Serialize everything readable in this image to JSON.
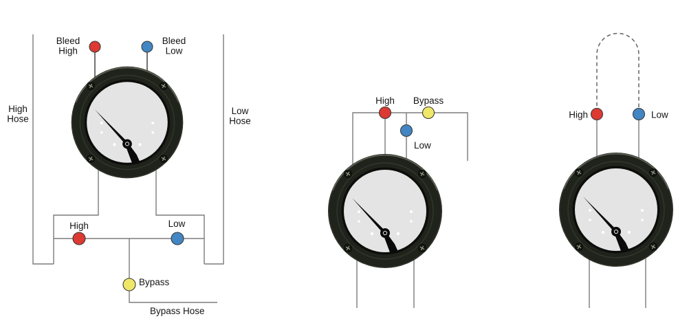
{
  "figure": {
    "kind": "differential-pressure-gauge hose hookup diagram",
    "panels": [
      "bleed-port-manifold-hookup",
      "three-port-top-hookup",
      "looped-high-low-hookup"
    ]
  },
  "colors": {
    "high_port": "#dc3a32",
    "low_port": "#4286c3",
    "bypass_port": "#efe768",
    "hose_line": "#7b7b7b",
    "bleed_stub_line": "#4f4f4f",
    "dashed_loop": "#575757",
    "bezel": "#20231b",
    "face": "#e4e4e4",
    "text": "#141414"
  },
  "labels": {
    "left": {
      "bleed_high_1": "Bleed",
      "bleed_high_2": "High",
      "bleed_low_1": "Bleed",
      "bleed_low_2": "Low",
      "high_hose_1": "High",
      "high_hose_2": "Hose",
      "low_hose_1": "Low",
      "low_hose_2": "Hose",
      "high_port": "High",
      "low_port": "Low",
      "bypass_port": "Bypass",
      "bypass_hose": "Bypass Hose"
    },
    "middle": {
      "high_port": "High",
      "bypass_port": "Bypass",
      "low_port": "Low"
    },
    "right": {
      "high_port": "High",
      "low_port": "Low"
    }
  }
}
